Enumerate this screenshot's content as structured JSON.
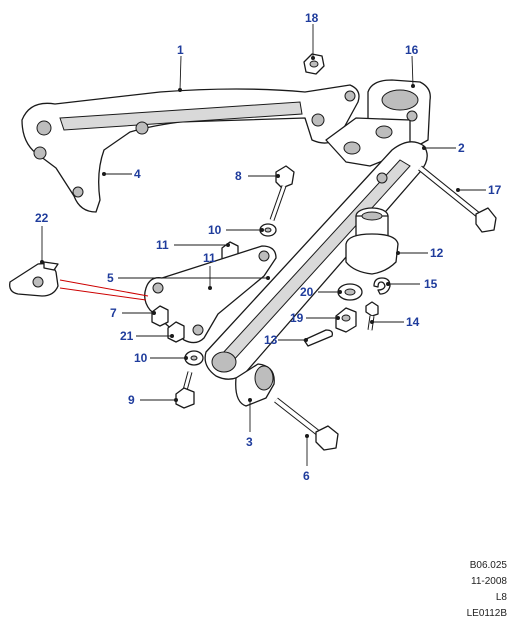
{
  "callouts": {
    "c1": "1",
    "c2": "2",
    "c3": "3",
    "c4": "4",
    "c5": "5",
    "c6": "6",
    "c7": "7",
    "c8": "8",
    "c9": "9",
    "c10a": "10",
    "c10b": "10",
    "c11a": "11",
    "c11b": "11",
    "c12": "12",
    "c13": "13",
    "c14": "14",
    "c15": "15",
    "c16": "16",
    "c17": "17",
    "c18": "18",
    "c19": "19",
    "c20": "20",
    "c21": "21",
    "c22": "22"
  },
  "footer": {
    "code": "B06.025",
    "date": "11-2008",
    "model": "L8",
    "ref": "LE0112B"
  },
  "colors": {
    "callout": "#1f3c9c",
    "highlight_leader": "#cc0000"
  }
}
